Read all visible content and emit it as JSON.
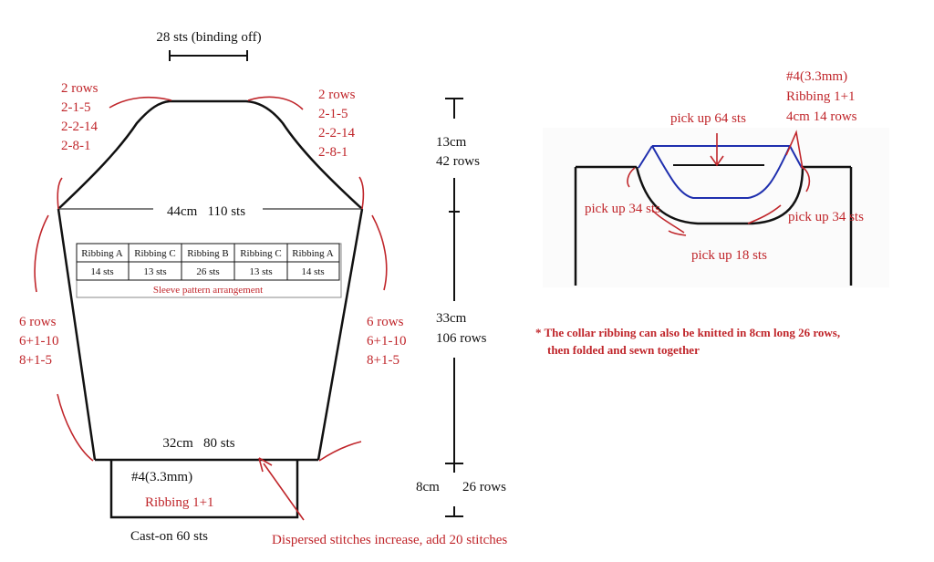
{
  "colors": {
    "ink": "#111111",
    "accent": "#c0262b",
    "pickup_line": "#1f2fae"
  },
  "sleeve": {
    "top_width": "28 sts (binding off)",
    "cap_left": [
      "2 rows",
      "2-1-5",
      "2-2-14",
      "2-8-1"
    ],
    "cap_right": [
      "2 rows",
      "2-1-5",
      "2-2-14",
      "2-8-1"
    ],
    "upper_width": "44cm   110 sts",
    "side_left": [
      "6 rows",
      "6+1-10",
      "8+1-5"
    ],
    "side_right": [
      "6 rows",
      "6+1-10",
      "8+1-5"
    ],
    "lower_width": "32cm   80 sts",
    "cuff_needle": "#4(3.3mm)",
    "cuff_ribbing": "Ribbing 1+1",
    "cast_on": "Cast-on 60 sts",
    "increase_note": "Dispersed stitches increase, add 20 stitches"
  },
  "table": {
    "headers": [
      "Ribbing A",
      "Ribbing C",
      "Ribbing B",
      "Ribbing C",
      "Ribbing A"
    ],
    "values": [
      "14 sts",
      "13 sts",
      "26 sts",
      "13 sts",
      "14 sts"
    ],
    "caption": "Sleeve pattern arrangement"
  },
  "measures": {
    "cap_height": [
      "13cm",
      "42 rows"
    ],
    "body_height": [
      "33cm",
      "106 rows"
    ],
    "cuff_height": [
      "8cm",
      "26 rows"
    ]
  },
  "collar": {
    "needle": "#4(3.3mm)",
    "ribbing": "Ribbing 1+1",
    "rows": "4cm 14 rows",
    "pick_top": "pick up 64 sts",
    "pick_left": "pick up 34 sts",
    "pick_right": "pick up 34 sts",
    "pick_bottom": "pick up 18 sts",
    "note_line1": "* The collar ribbing can also be knitted in 8cm long 26 rows,",
    "note_line2": "then folded and sewn together"
  }
}
